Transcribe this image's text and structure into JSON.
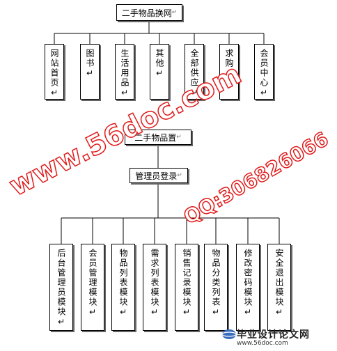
{
  "top_diagram": {
    "root": "二手物品换网",
    "children": [
      "网站首页",
      "图书",
      "生活用品",
      "其他",
      "全部供应",
      "求购",
      "会员中心"
    ]
  },
  "bottom_diagram": {
    "root": "二手物品置",
    "login": "管理员登录",
    "children": [
      "后台管理员模块",
      "会员管理模块",
      "物品列表模块",
      "需求列表模块",
      "销售记录模块",
      "物品分类列表",
      "修改密码模块",
      "安全退出模块"
    ]
  },
  "watermarks": {
    "site": "www.56doc.com",
    "qq": "QQ:306826066",
    "logo_text": "毕业设计论文网",
    "logo_url": "www.56doc.com"
  },
  "colors": {
    "watermark": "#e01a1a",
    "line": "#000000"
  },
  "paragraph_mark": "↵"
}
